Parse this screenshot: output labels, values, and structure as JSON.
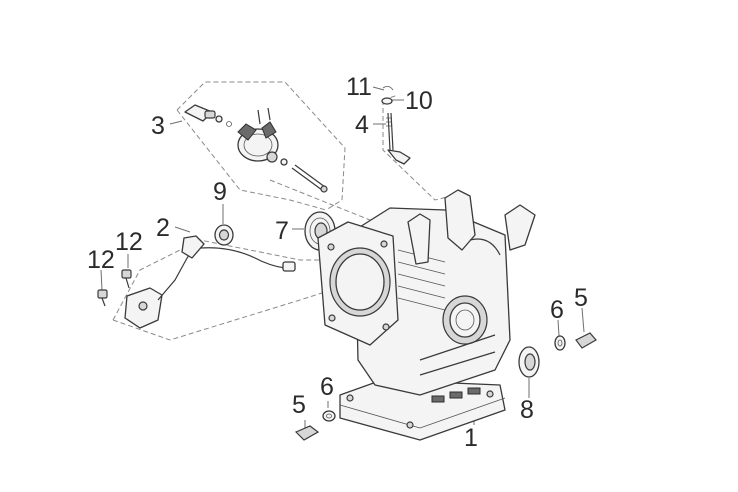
{
  "callouts": [
    {
      "id": "c1",
      "text": "1"
    },
    {
      "id": "c2",
      "text": "2"
    },
    {
      "id": "c3",
      "text": "3"
    },
    {
      "id": "c4",
      "text": "4"
    },
    {
      "id": "c5a",
      "text": "5"
    },
    {
      "id": "c5b",
      "text": "5"
    },
    {
      "id": "c6a",
      "text": "6"
    },
    {
      "id": "c6b",
      "text": "6"
    },
    {
      "id": "c7",
      "text": "7"
    },
    {
      "id": "c8",
      "text": "8"
    },
    {
      "id": "c9",
      "text": "9"
    },
    {
      "id": "c10",
      "text": "10"
    },
    {
      "id": "c11",
      "text": "11"
    },
    {
      "id": "c12a",
      "text": "12"
    },
    {
      "id": "c12b",
      "text": "12"
    }
  ],
  "parts": [
    {
      "ref": "1",
      "name": "crankcase-block"
    },
    {
      "ref": "2",
      "name": "oil-level-sensor"
    },
    {
      "ref": "3",
      "name": "governor-assembly"
    },
    {
      "ref": "4",
      "name": "governor-arm"
    },
    {
      "ref": "5",
      "name": "drain-bolt"
    },
    {
      "ref": "6",
      "name": "sealing-washer"
    },
    {
      "ref": "7",
      "name": "oil-seal"
    },
    {
      "ref": "8",
      "name": "oil-seal"
    },
    {
      "ref": "9",
      "name": "grommet"
    },
    {
      "ref": "10",
      "name": "washer"
    },
    {
      "ref": "11",
      "name": "clip"
    },
    {
      "ref": "12",
      "name": "bolt"
    }
  ]
}
